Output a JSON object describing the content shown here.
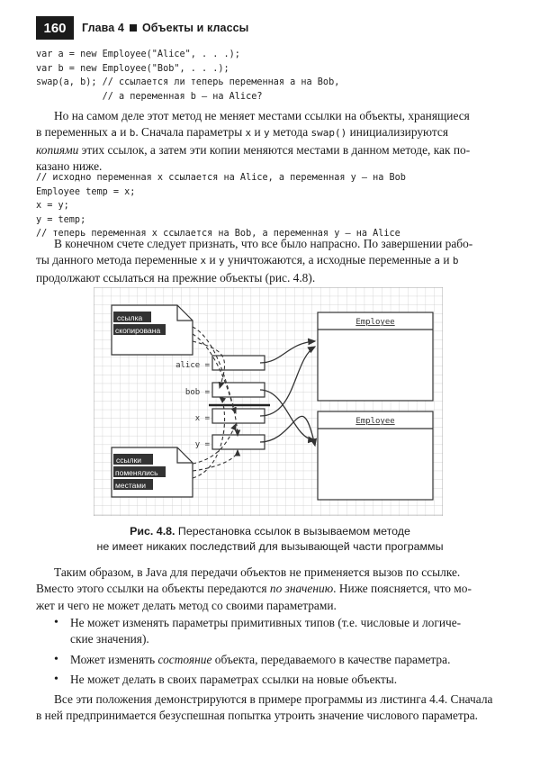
{
  "header": {
    "page_number": "160",
    "chapter": "Глава 4",
    "title": "Объекты и классы"
  },
  "code1": [
    "var a = new Employee(\"Alice\", . . .);",
    "var b = new Employee(\"Bob\", . . .);",
    "swap(a, b); // ссылается ли теперь переменная a на Bob,",
    "            // а переменная b — на Alice?"
  ],
  "para1": {
    "l1": "Но на самом деле этот метод не меняет местами ссылки на объекты, хранящиеся",
    "l2a": "в переменных ",
    "l2b": "a",
    "l2c": " и ",
    "l2d": "b",
    "l2e": ". Сначала параметры ",
    "l2f": "x",
    "l2g": " и ",
    "l2h": "y",
    "l2i": " метода ",
    "l2j": "swap()",
    "l2k": " инициализируются",
    "l3a": "копиями",
    "l3b": " этих ссылок, а затем эти копии меняются местами в данном методе, как по-",
    "l4": "казано ниже."
  },
  "code2": [
    "// исходно переменная x ссылается на Alice, а переменная y — на Bob",
    "Employee temp = x;",
    "x = y;",
    "y = temp;",
    "// теперь переменная x ссылается на Bob, а переменная y — на Alice"
  ],
  "para2": {
    "l1": "В конечном счете следует признать, что все было напрасно. По завершении рабо-",
    "l2a": "ты данного метода переменные ",
    "l2b": "x",
    "l2c": " и ",
    "l2d": "y",
    "l2e": " уничтожаются, а исходные переменные ",
    "l2f": "a",
    "l2g": " и ",
    "l2h": "b",
    "l3": "продолжают ссылаться на прежние объекты (рис. 4.8)."
  },
  "figure": {
    "note1": [
      "ссылка",
      "скопирована"
    ],
    "note2": [
      "ссылки",
      "поменялись",
      "местами"
    ],
    "labels": {
      "alice": "alice =",
      "bob": "bob =",
      "x": "x =",
      "y": "y ="
    },
    "class1": "Employee",
    "class2": "Employee"
  },
  "caption": {
    "label": "Рис. 4.8.",
    "l1": " Перестановка ссылок в вызываемом методе",
    "l2": "не имеет никаких последствий для вызывающей части программы"
  },
  "para3": {
    "l1": "Таким образом, в Java для передачи объектов не применяется вызов по ссылке.",
    "l2a": "Вместо этого ссылки на объекты передаются ",
    "l2b": "по значению",
    "l2c": ". Ниже поясняется, что мо-",
    "l3": "жет и чего не может делать метод со своими параметрами."
  },
  "bullets": {
    "b1a": "Не может изменять параметры примитивных типов (т.е. числовые и логиче-",
    "b1b": "ские значения).",
    "b2a": "Может изменять ",
    "b2b": "состояние",
    "b2c": " объекта, передаваемого в качестве параметра.",
    "b3": "Не может делать в своих параметрах ссылки на новые объекты."
  },
  "para4": {
    "l1": "Все эти положения демонстрируются в примере программы из листинга 4.4. Сначала",
    "l2": "в ней предпринимается безуспешная попытка утроить значение числового параметра."
  }
}
